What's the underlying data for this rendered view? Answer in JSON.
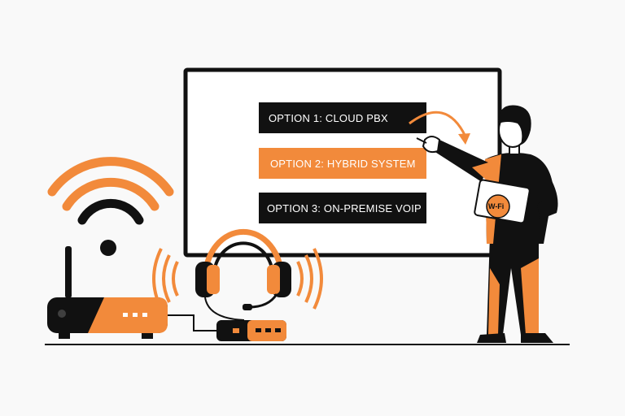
{
  "colors": {
    "accent": "#f28a3b",
    "dark": "#111111",
    "background": "#f9f9f9",
    "board_fill": "#ffffff"
  },
  "board": {
    "options": [
      {
        "label": "OPTION 1: CLOUD PBX",
        "style": "dark"
      },
      {
        "label": "OPTION 2: HYBRID SYSTEM",
        "style": "accent"
      },
      {
        "label": "OPTION 3: ON-PREMISE VOIP",
        "style": "dark"
      }
    ]
  },
  "presenter": {
    "tablet_label": "W-Fi"
  },
  "icons": [
    "wifi-signal-icon",
    "router-icon",
    "headset-icon",
    "voip-adapter-icon",
    "curved-arrow-icon",
    "presenter-figure"
  ]
}
